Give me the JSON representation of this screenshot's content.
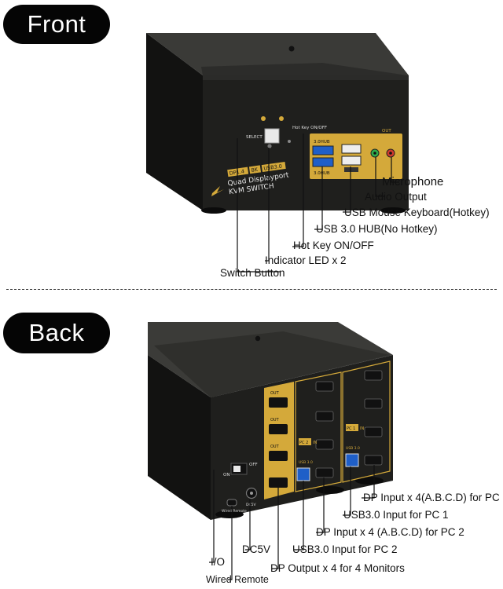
{
  "sections": {
    "front": {
      "title": "Front",
      "panel": {
        "badge_dp": "DP1.4",
        "badge_8k": "8K",
        "badge_usb": "USB3.0",
        "brand_line1": "Quad Displayport",
        "brand_line2": "KVM SWITCH",
        "select_label": "SELECT",
        "hotkey_label": "Hot Key ON/OFF",
        "usb_top_label": "3.0HUB",
        "usb_bottom_label": "3.0HUB",
        "out_label": "OUT"
      },
      "callouts": {
        "microphone": "Microphone",
        "audio_output": "Audio Output",
        "usb_mouse_keyboard": "USB Mouse Keyboard(Hotkey)",
        "usb_hub": "USB 3.0 HUB(No Hotkey)",
        "hot_key": "Hot Key ON/OFF",
        "indicator_led": "Indicator LED x 2",
        "switch_button": "Switch Button"
      }
    },
    "back": {
      "title": "Back",
      "panel": {
        "on_label": "ON",
        "off_label": "OFF",
        "wired_remote_label": "Wired Remote",
        "dc_label": "DC5V",
        "out_label": "OUT",
        "pc2_label": "PC 2",
        "pc1_label": "PC 1",
        "in_label": "IN",
        "usb_label": "USB 3.0"
      },
      "callouts": {
        "dp_input_pc1": "DP Input x 4(A.B.C.D) for PC 1",
        "usb_input_pc1": "USB3.0 Input for PC 1",
        "dp_input_pc2": "DP Input x 4 (A.B.C.D) for PC 2",
        "dc5v": "DC5V",
        "usb_input_pc2": "USB3.0 Input for PC 2",
        "io": "I/O",
        "dp_output": "DP Output x 4 for 4 Monitors",
        "wired_remote": "Wired Remote"
      }
    }
  },
  "colors": {
    "body": "#1d1d1b",
    "gold": "#d4a93a",
    "usb_blue": "#1f5fc8",
    "audio_green": "#2fae4a",
    "mic_red": "#d03a2e"
  }
}
